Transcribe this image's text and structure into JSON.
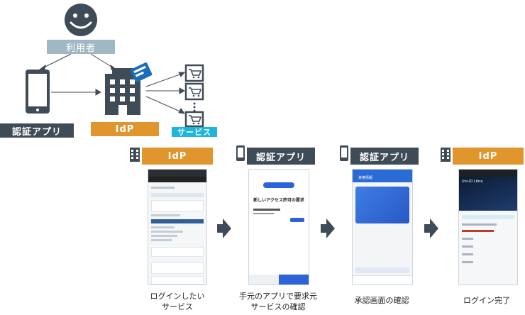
{
  "labels": {
    "user": "利用者",
    "auth_app": "認証アプリ",
    "idp": "IdP",
    "service": "サービス"
  },
  "steps": [
    {
      "header": "IdP",
      "caption": "ログインしたい\nサービス"
    },
    {
      "header": "認証アプリ",
      "caption": "手元のアプリで要求元\nサービスの確認"
    },
    {
      "header": "認証アプリ",
      "caption": "承認画面の確認"
    },
    {
      "header": "IdP",
      "caption": "ログイン完了"
    }
  ],
  "screens": {
    "s2_title": "新しいアクセス許可の要求",
    "s3_title": "資格情報",
    "s4_brand": "Uni-ID Libra"
  },
  "colors": {
    "dark": "#3f4b57",
    "orange": "#e0952d",
    "cyan": "#1fb5de",
    "gray": "#9fb8c4"
  }
}
